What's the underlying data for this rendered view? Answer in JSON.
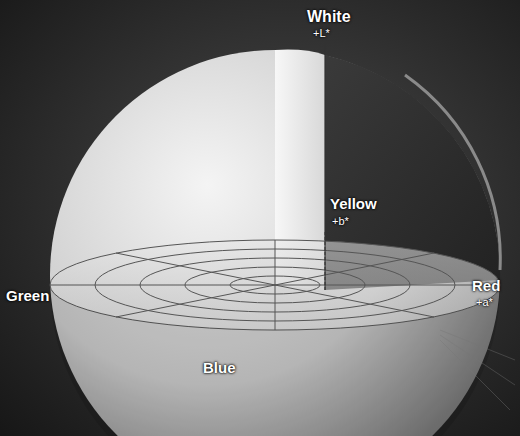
{
  "diagram": {
    "labels": [
      "White",
      "+L*",
      "Yellow",
      "+b*",
      "Green",
      "Red",
      "+a*",
      "Blue"
    ]
  }
}
